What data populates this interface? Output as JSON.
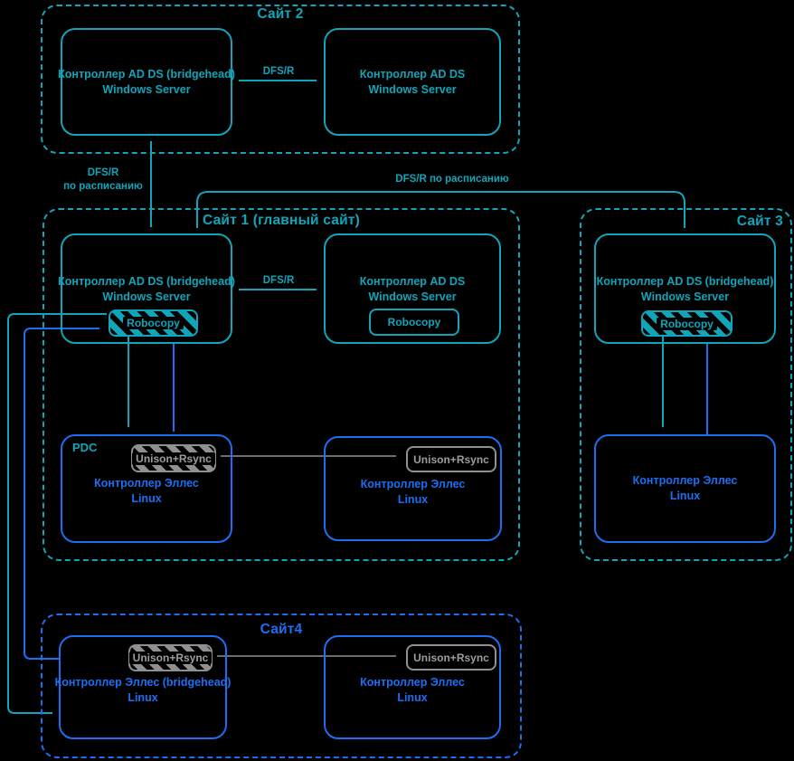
{
  "colors": {
    "teal": "#11a5b9",
    "blue": "#1c6ff2",
    "gray": "#909090",
    "background": "#000000"
  },
  "sites": {
    "site2": {
      "title": "Сайт 2"
    },
    "site1": {
      "title": "Сайт 1 (главный сайт)"
    },
    "site3": {
      "title": "Сайт 3"
    },
    "site4": {
      "title": "Сайт4"
    }
  },
  "nodes": {
    "s2_bridge": {
      "line1": "Контроллер AD DS (bridgehead)",
      "line2": "Windows Server"
    },
    "s2_dc": {
      "line1": "Контроллер AD DS",
      "line2": "Windows Server"
    },
    "s1_bridge": {
      "line1": "Контроллер AD DS (bridgehead)",
      "line2": "Windows Server",
      "tool": "Robocopy"
    },
    "s1_dc": {
      "line1": "Контроллер AD DS",
      "line2": "Windows Server",
      "tool": "Robocopy"
    },
    "s1_pdc": {
      "badge": "PDC",
      "line1": "Контроллер Эллес",
      "line2": "Linux",
      "tool": "Unison+Rsync"
    },
    "s1_linux": {
      "line1": "Контроллер Эллес",
      "line2": "Linux",
      "tool": "Unison+Rsync"
    },
    "s3_bridge": {
      "line1": "Контроллер AD DS (bridgehead)",
      "line2": "Windows Server",
      "tool": "Robocopy"
    },
    "s3_linux": {
      "line1": "Контроллер Эллес",
      "line2": "Linux"
    },
    "s4_bridge": {
      "line1": "Контроллер Эллес (bridgehead)",
      "line2": "Linux",
      "tool": "Unison+Rsync"
    },
    "s4_linux": {
      "line1": "Контроллер Эллес",
      "line2": "Linux",
      "tool": "Unison+Rsync"
    }
  },
  "edge_labels": {
    "site2_dfsr": "DFS/R",
    "site1_dfsr": "DFS/R",
    "schedule_vertical_line1": "DFS/R",
    "schedule_vertical_line2": "по расписанию",
    "schedule_long": "DFS/R по расписанию"
  }
}
